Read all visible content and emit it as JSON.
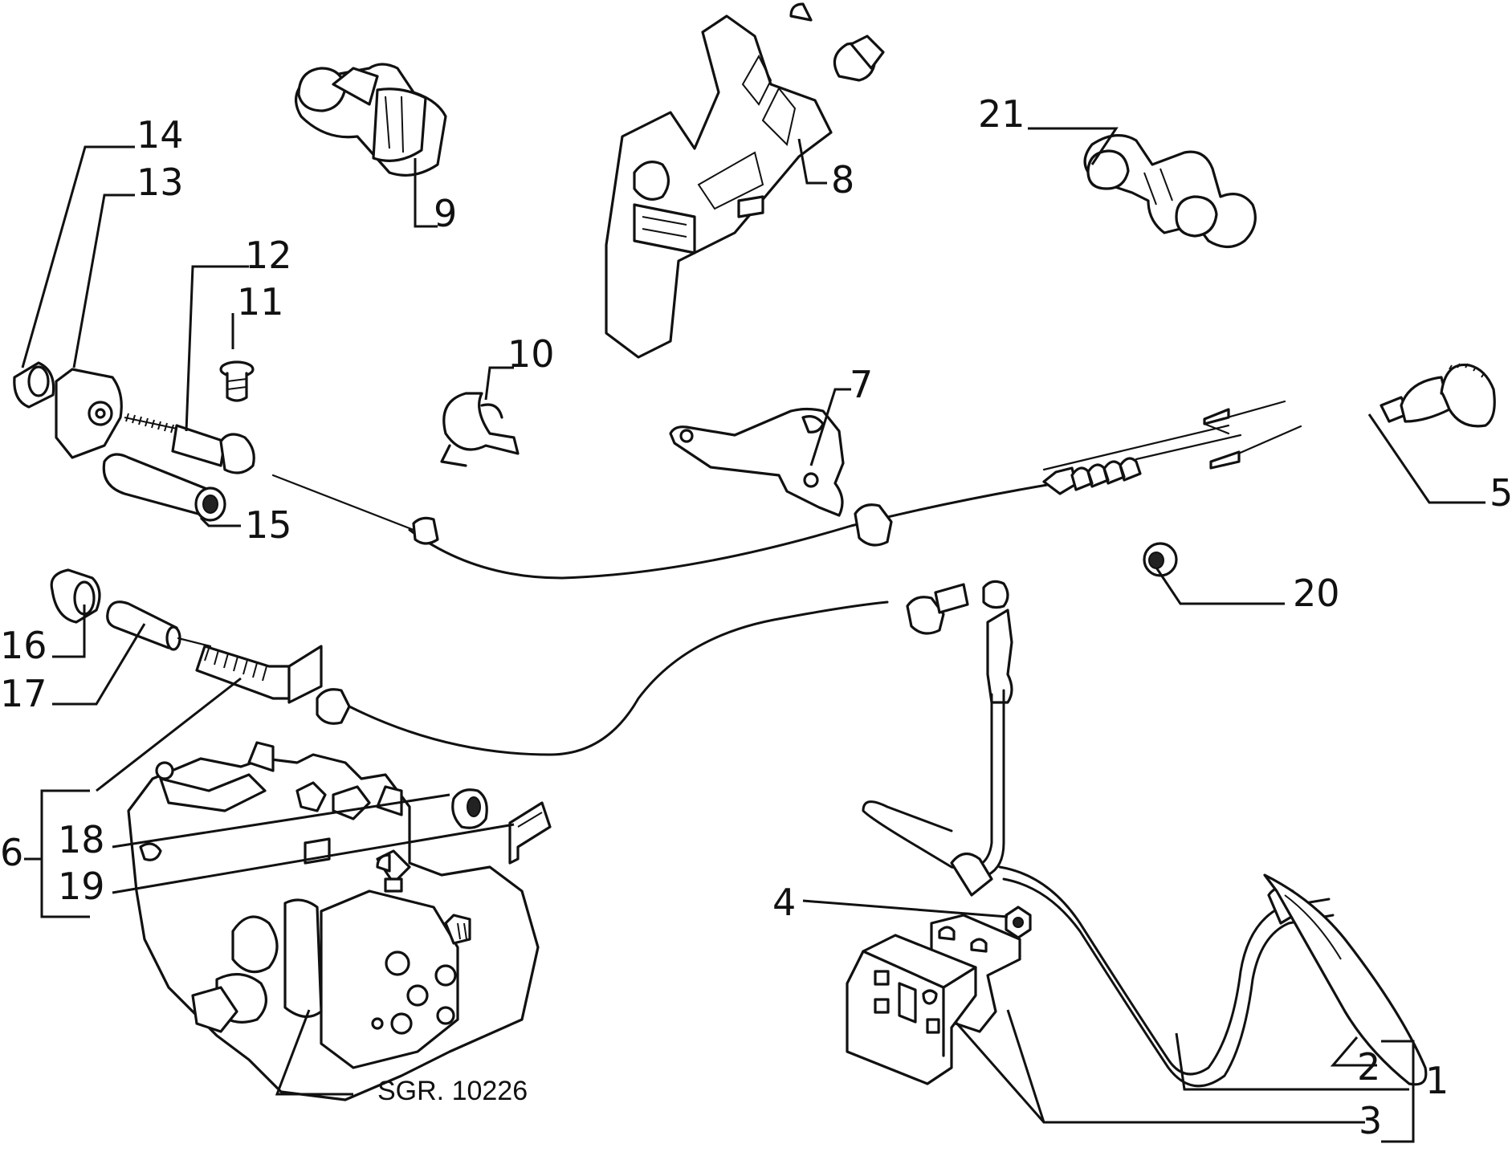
{
  "callouts": {
    "c1": "1",
    "c2": "2",
    "c3": "3",
    "c4": "4",
    "c5": "5",
    "c6": "6",
    "c7": "7",
    "c8": "8",
    "c9": "9",
    "c10": "10",
    "c11": "11",
    "c12": "12",
    "c13": "13",
    "c14": "14",
    "c15": "15",
    "c16": "16",
    "c17": "17",
    "c18": "18",
    "c19": "19",
    "c20": "20",
    "c21": "21"
  },
  "reference": "SGR. 10226"
}
